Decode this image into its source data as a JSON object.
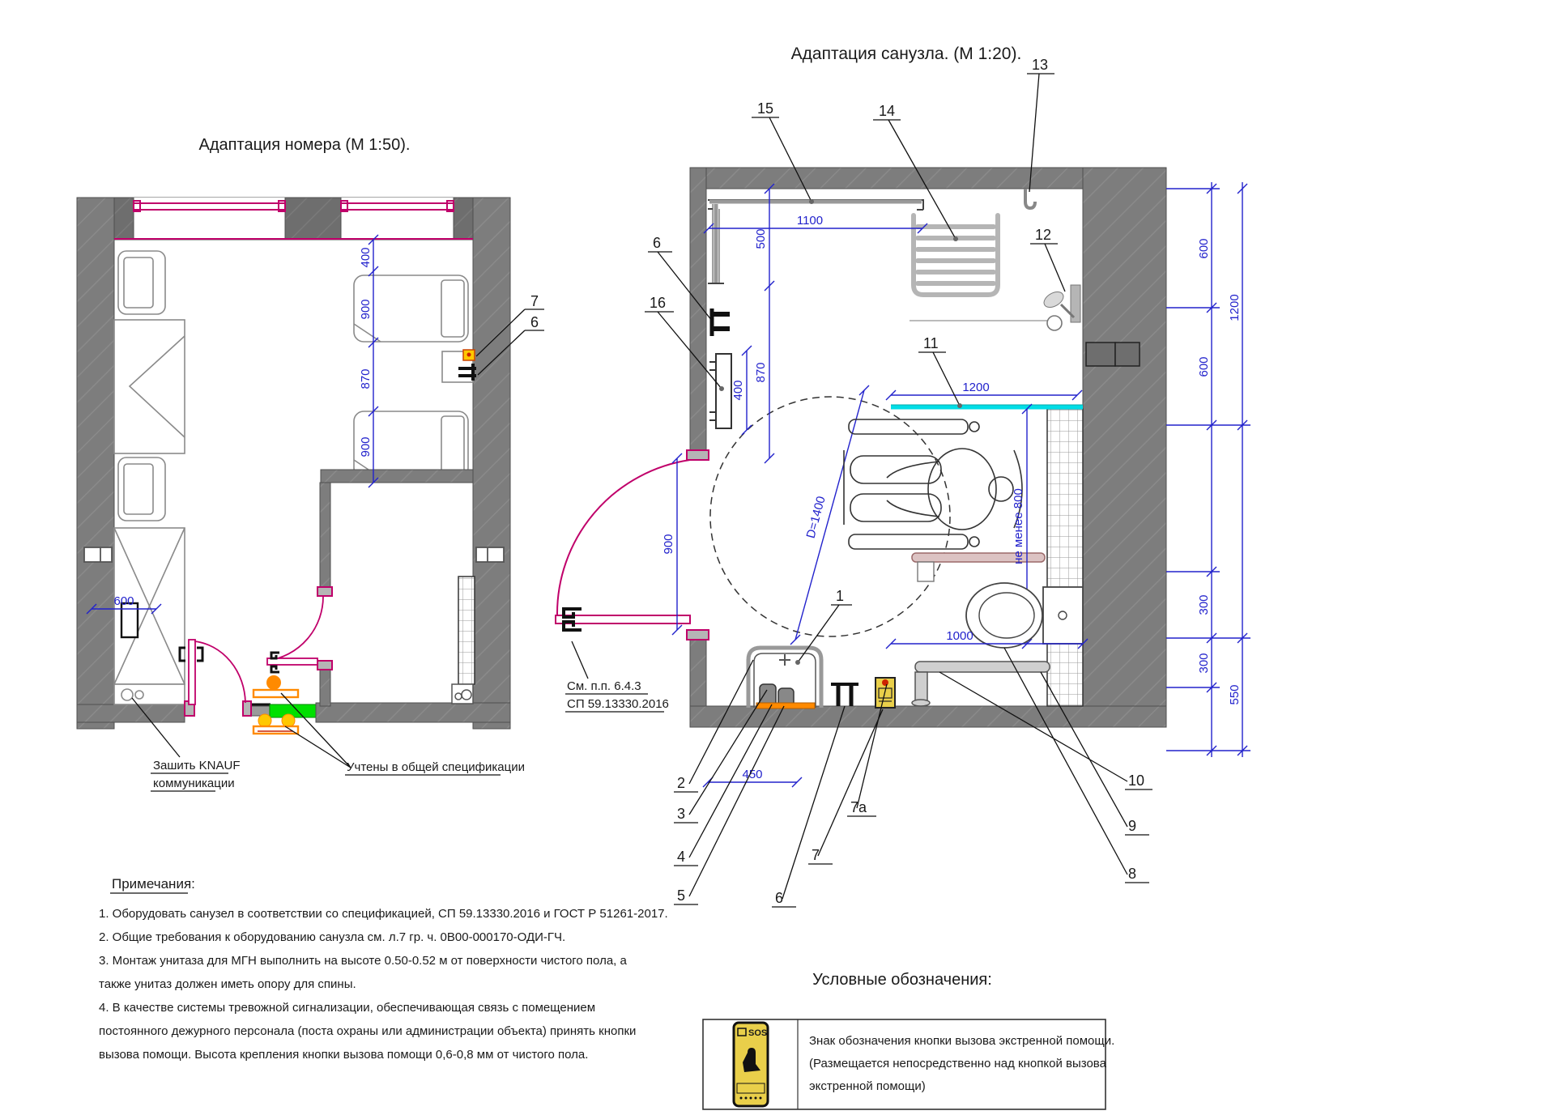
{
  "left_plan": {
    "title": "Адаптация номера (М 1:50).",
    "dims": {
      "v400": "400",
      "v900a": "900",
      "v870": "870",
      "v900b": "900",
      "h600": "600"
    },
    "callouts": {
      "n7": "7",
      "n6": "6"
    },
    "labels": {
      "knauf_line1": "Зашить KNAUF",
      "knauf_line2": "коммуникации",
      "spec": "Учтены в общей спецификации"
    }
  },
  "right_plan": {
    "title": "Адаптация санузла. (М 1:20).",
    "dims": {
      "w1100": "1100",
      "h500": "500",
      "h870": "870",
      "h400": "400",
      "h900": "900",
      "r600a": "600",
      "r1200": "1200",
      "r600b": "600",
      "r300a": "300",
      "r300b": "300",
      "r550": "550",
      "c1200": "1200",
      "c1000": "1000",
      "c450": "450",
      "d1400": "D=1400",
      "min800": "не менее 800"
    },
    "callouts": {
      "n1": "1",
      "n2": "2",
      "n3": "3",
      "n4": "4",
      "n5": "5",
      "n6": "6",
      "n7": "7",
      "n7a": "7а",
      "n8": "8",
      "n9": "9",
      "n10": "10",
      "n11": "11",
      "n12": "12",
      "n13": "13",
      "n14": "14",
      "n15": "15",
      "n16": "16"
    },
    "door_note_line1": "См. п.п. 6.4.3",
    "door_note_line2": "СП 59.13330.2016"
  },
  "notes": {
    "heading": "Примечания:",
    "lines": [
      "1. Оборудовать санузел в соответствии со спецификацией,  СП 59.13330.2016 и ГОСТ Р 51261-2017.",
      "2. Общие требования к оборудованию санузла см. л.7 гр. ч. 0В00-000170-ОДИ-ГЧ.",
      "3. Монтаж унитаза для МГН выполнить на высоте 0.50-0.52 м от поверхности чистого пола, а",
      "также унитаз должен иметь опору для спины.",
      "4. В качестве системы тревожной сигнализации, обеспечивающая связь с помещением",
      "постоянного дежурного персонала (поста охраны или администрации объекта) принять кнопки",
      "вызова помощи. Высота крепления кнопки вызова помощи 0,6-0,8 мм от чистого пола."
    ]
  },
  "legend": {
    "heading": "Условные обозначения:",
    "sos_text": "SOS",
    "lines": [
      "Знак обозначения кнопки вызова экстренной помощи.",
      "(Размещается непосредственно над кнопкой вызова",
      "экстренной помощи)"
    ]
  },
  "colors": {
    "wall": "#7d7d7d",
    "wall_dark": "#6a6a6a",
    "magenta": "#c0006a",
    "dim_blue": "#2222cc",
    "cyan": "#00dde6",
    "green": "#00e000",
    "orange": "#ff8a00",
    "yellow": "#ffc800",
    "sos_yellow": "#e9cf4a",
    "fixture_gray": "#b5b5b5"
  }
}
